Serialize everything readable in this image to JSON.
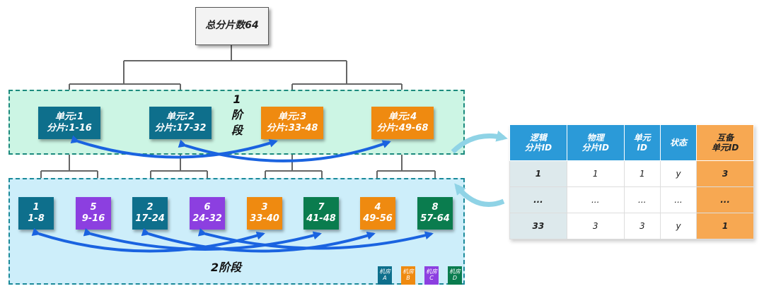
{
  "root": {
    "label": "总分片数64"
  },
  "stage1": {
    "label_lines": [
      "1",
      "阶",
      "段"
    ],
    "units": [
      {
        "line1": "单元:1",
        "line2": "分片:1-16",
        "color": "#0e6f8c"
      },
      {
        "line1": "单元:2",
        "line2": "分片:17-32",
        "color": "#0e6f8c"
      },
      {
        "line1": "单元:3",
        "line2": "分片:33-48",
        "color": "#ef8a10"
      },
      {
        "line1": "单元:4",
        "line2": "分片:49-68",
        "color": "#ef8a10"
      }
    ]
  },
  "stage2": {
    "label": "2阶段",
    "shards": [
      {
        "line1": "1",
        "line2": "1-8",
        "color": "#0e6f8c"
      },
      {
        "line1": "5",
        "line2": "9-16",
        "color": "#8c3fe0"
      },
      {
        "line1": "2",
        "line2": "17-24",
        "color": "#0e6f8c"
      },
      {
        "line1": "6",
        "line2": "24-32",
        "color": "#8c3fe0"
      },
      {
        "line1": "3",
        "line2": "33-40",
        "color": "#ef8a10"
      },
      {
        "line1": "7",
        "line2": "41-48",
        "color": "#0a7c4e"
      },
      {
        "line1": "4",
        "line2": "49-56",
        "color": "#ef8a10"
      },
      {
        "line1": "8",
        "line2": "57-64",
        "color": "#0a7c4e"
      }
    ]
  },
  "legend": [
    {
      "line1": "机房",
      "line2": "A",
      "color": "#0e6f8c"
    },
    {
      "line1": "机房",
      "line2": "B",
      "color": "#ef8a10"
    },
    {
      "line1": "机房",
      "line2": "C",
      "color": "#8c3fe0"
    },
    {
      "line1": "机房",
      "line2": "D",
      "color": "#0a7c4e"
    }
  ],
  "table": {
    "headers": [
      [
        "逻辑",
        "分片ID"
      ],
      [
        "物理",
        "分片ID"
      ],
      [
        "单元",
        "ID"
      ],
      [
        "状态",
        ""
      ],
      [
        "互备",
        "单元ID"
      ]
    ],
    "rows": [
      [
        "1",
        "1",
        "1",
        "y",
        "3"
      ],
      [
        "...",
        "...",
        "...",
        "...",
        "..."
      ],
      [
        "33",
        "3",
        "3",
        "y",
        "1"
      ]
    ]
  },
  "colors": {
    "arrow": "#1a63e0",
    "connector": "#666666",
    "curve": "#8fd3e6"
  }
}
